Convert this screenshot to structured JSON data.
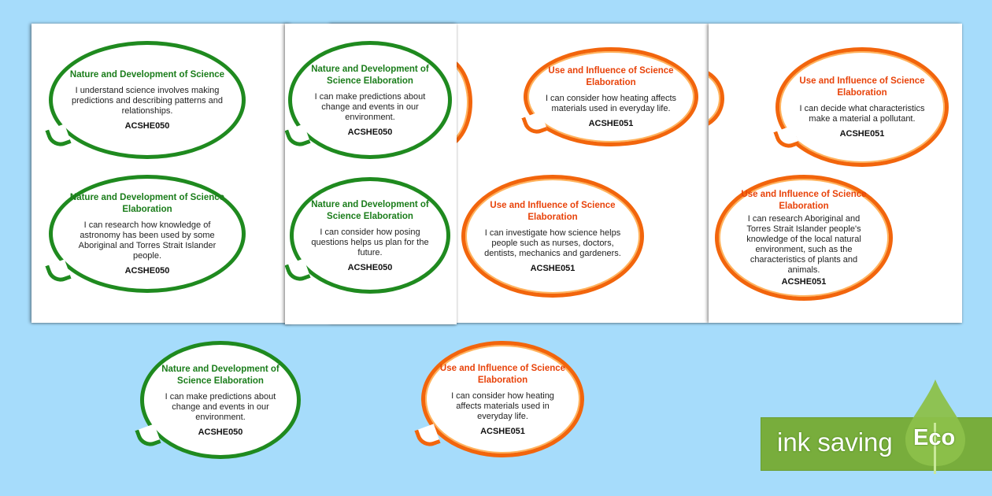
{
  "colors": {
    "background": "#a6dcfb",
    "green": "#1f8a1f",
    "orange": "#f2650c",
    "eco_green": "#78ad3c"
  },
  "cards": [
    {
      "title": "Nature and Development of Science",
      "body": "I understand science involves making predictions and describing patterns and relationships.",
      "code": "ACSHE050"
    },
    {
      "title": "Nature and Development of Science Elaboration",
      "body": "I can make predictions about change and events in our environment.",
      "code": "ACSHE050"
    },
    {
      "title": "Nature and Development of Science Elaboration",
      "body": "I can research how knowledge of astronomy has been used by some Aboriginal and Torres Strait Islander people.",
      "code": "ACSHE050"
    },
    {
      "title": "Nature and Development of Science Elaboration",
      "body": "I can consider how posing questions helps us plan for the future.",
      "code": "ACSHE050"
    },
    {
      "title": "Use and Influence of Science Elaboration",
      "body": "I can consider how heating affects materials used in everyday life.",
      "code": "ACSHE051"
    },
    {
      "title": "Use and Influence of Science Elaboration",
      "body": "I can investigate how science helps people such as nurses, doctors, dentists, mechanics and gardeners.",
      "code": "ACSHE051"
    },
    {
      "title": "Use and Influence of Science Elaboration",
      "body": "I can decide what characteristics make a material a pollutant.",
      "code": "ACSHE051"
    },
    {
      "title": "Use and Influence of Science Elaboration",
      "body": "I can research Aboriginal and Torres Strait Islander people's knowledge of the local natural environment, such as the characteristics of plants and animals.",
      "code": "ACSHE051"
    }
  ],
  "badge": {
    "text": "ink saving",
    "eco": "Eco"
  }
}
